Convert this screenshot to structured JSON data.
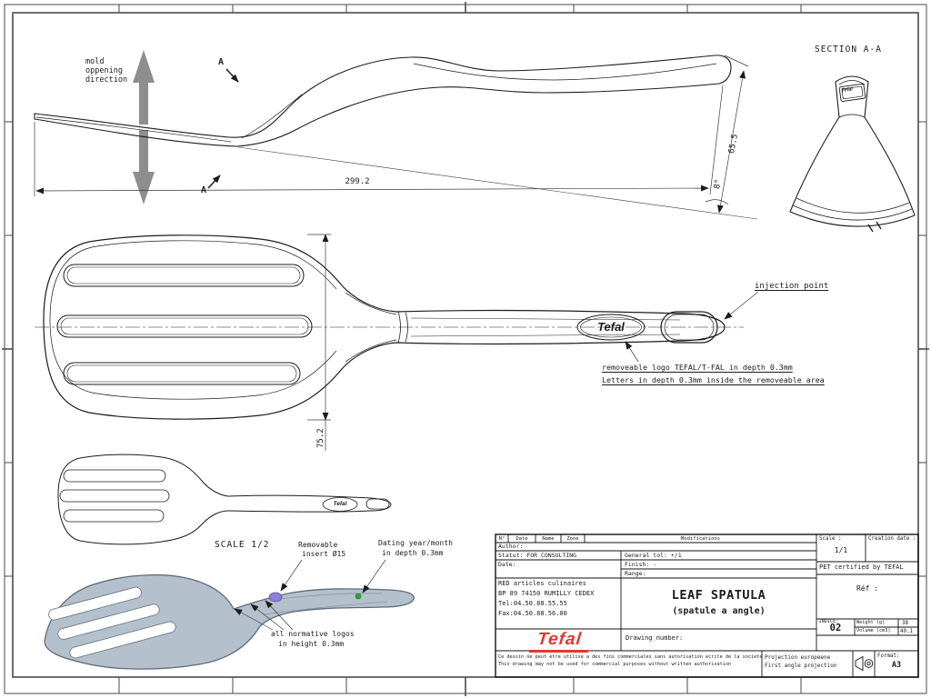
{
  "drawing": {
    "mold_note_1": "mold",
    "mold_note_2": "oppening",
    "mold_note_3": "direction",
    "section_mark": "A",
    "dim_length": "299.2",
    "dim_height": "65.5",
    "dim_angle": "8°",
    "dim_head_width": "75.2",
    "section_title": "SECTION A-A",
    "injection_note": "injection point",
    "logo_note_1": "removeable logo TEFAL/T-FAL in depth 0.3mm",
    "logo_note_2": "Letters in depth 0.3mm inside the removeable area",
    "scale_note": "SCALE 1/2",
    "insert_note_1": "Removable",
    "insert_note_2": "insert Ø15",
    "dating_note_1": "Dating year/month",
    "dating_note_2": "in depth 0.3mm",
    "normative_note_1": "all normative logos",
    "normative_note_2": "in height 0.3mm",
    "brand_logo": "Tefal"
  },
  "titleblock": {
    "mods_headers": [
      "N°",
      "Date",
      "Name",
      "Zone",
      "Modifications"
    ],
    "author_label": "Author:",
    "statut": "Statut: FOR CONSULTING",
    "date_label": "Date:",
    "general_tol": "General tol: +/1",
    "finish": "Finish: -",
    "range_label": "Range:",
    "address_lines": [
      "RED articles culinaires",
      "BP 89 74150 RUMILLY CEDEX",
      "Tel:04.50.88.55.55",
      "Fax:04.50.88.56.00"
    ],
    "product_title": "LEAF SPATULA",
    "product_subtitle": "(spatule a angle)",
    "scale_label": "Scale :",
    "scale_value": "1/1",
    "creation_date_label": "Creation date :",
    "certification": "PET certified by TEFAL",
    "ref_label": "Réf :",
    "indice_label": "INDICE:",
    "indice_value": "02",
    "weight_label": "Weight (g)",
    "weight_value": "38",
    "volume_label": "Volume (cm3)",
    "volume_value": "40.1",
    "drawing_number_label": "Drawing number:",
    "brand": "Tefal",
    "disclaimer_fr": "Ce dessin ne peut etre utilise a des fins commerciales sans autorisation ecrite de la societe",
    "disclaimer_en": "This drawing may not be used for commercial purposes without written authorisation",
    "projection_line_1": "Projection europeene",
    "projection_line_2": "First angle projection",
    "format_label": "Format:",
    "format_value": "A3"
  }
}
